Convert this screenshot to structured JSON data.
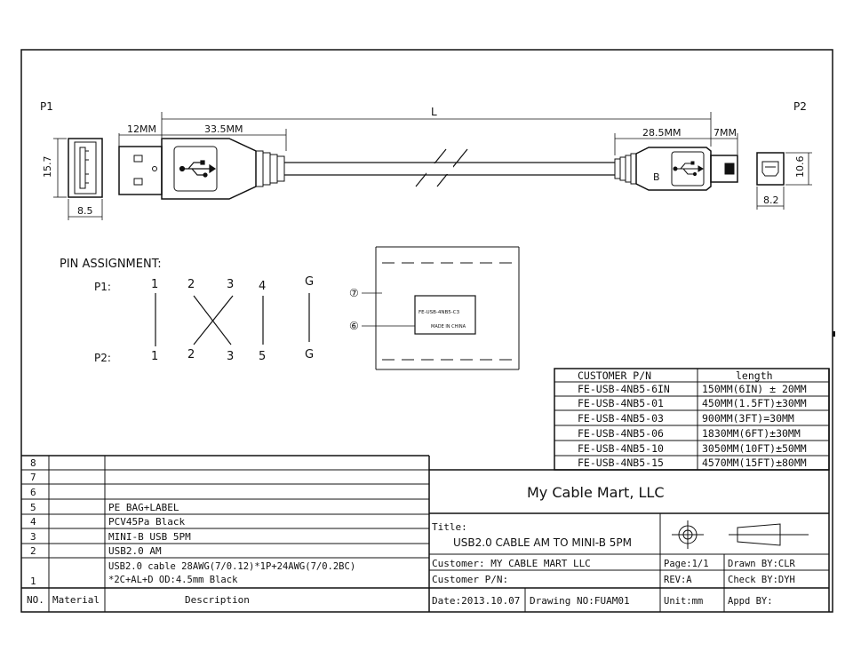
{
  "drawing": {
    "p1_label": "P1",
    "p2_label": "P2",
    "dims": {
      "l": "L",
      "d12": "12MM",
      "d335": "33.5MM",
      "d285": "28.5MM",
      "d7": "7MM",
      "d157": "15.7",
      "d85": "8.5",
      "d106": "10.6",
      "d82": "8.2"
    },
    "plug_b_mark": "B"
  },
  "pin_assignment": {
    "title": "PIN ASSIGNMENT:",
    "p1_label": "P1:",
    "p2_label": "P2:",
    "p1_pins": [
      "1",
      "2",
      "3",
      "4",
      "G"
    ],
    "p2_pins": [
      "1",
      "2",
      "3",
      "5",
      "G"
    ]
  },
  "label_detail": {
    "callout_7": "⑦",
    "callout_6": "⑥",
    "line1": "FE-USB-4NB5-C3",
    "line2": "MADE IN CHINA"
  },
  "length_table": {
    "headers": [
      "CUSTOMER P/N",
      "length"
    ],
    "rows": [
      [
        "FE-USB-4NB5-6IN",
        "150MM(6IN) ± 20MM"
      ],
      [
        "FE-USB-4NB5-01",
        "450MM(1.5FT)±30MM"
      ],
      [
        "FE-USB-4NB5-03",
        "900MM(3FT)=30MM"
      ],
      [
        "FE-USB-4NB5-06",
        "1830MM(6FT)±30MM"
      ],
      [
        "FE-USB-4NB5-10",
        "3050MM(10FT)±50MM"
      ],
      [
        "FE-USB-4NB5-15",
        "4570MM(15FT)±80MM"
      ]
    ]
  },
  "bom": {
    "headers": [
      "NO.",
      "Material",
      "Description"
    ],
    "rows": [
      {
        "no": "8",
        "material": "",
        "desc": ""
      },
      {
        "no": "7",
        "material": "",
        "desc": ""
      },
      {
        "no": "6",
        "material": "",
        "desc": ""
      },
      {
        "no": "5",
        "material": "",
        "desc": "PE BAG+LABEL"
      },
      {
        "no": "4",
        "material": "",
        "desc": "PCV45Pa Black"
      },
      {
        "no": "3",
        "material": "",
        "desc": "MINI-B USB 5PM"
      },
      {
        "no": "2",
        "material": "",
        "desc": "USB2.0 AM"
      },
      {
        "no": "1",
        "material": "",
        "desc": "USB2.0 cable 28AWG(7/0.12)*1P+24AWG(7/0.2BC)",
        "desc2": "*2C+AL+D OD:4.5mm Black"
      }
    ]
  },
  "title_block": {
    "company": "My Cable Mart, LLC",
    "title_label": "Title:",
    "title_value": "USB2.0 CABLE AM TO MINI-B 5PM",
    "customer": "Customer: MY CABLE MART LLC",
    "customer_pn": "Customer P/N:",
    "date": "Date:2013.10.07",
    "drawing_no": "Drawing NO:FUAM01",
    "page": "Page:1/1",
    "drawn_by": "Drawn BY:CLR",
    "rev": "REV:A",
    "check_by": "Check BY:DYH",
    "unit": "Unit:mm",
    "appd_by": "Appd BY:"
  }
}
